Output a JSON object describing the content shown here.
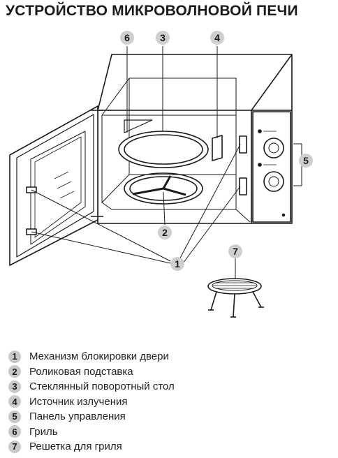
{
  "title": "УСТРОЙСТВО МИКРОВОЛНОВОЙ ПЕЧИ",
  "callouts": {
    "c1": "1",
    "c2": "2",
    "c3": "3",
    "c4": "4",
    "c5": "5",
    "c6": "6",
    "c7": "7"
  },
  "legend": [
    {
      "num": "1",
      "text": "Механизм блокировки двери"
    },
    {
      "num": "2",
      "text": "Роликовая подставка"
    },
    {
      "num": "3",
      "text": "Стеклянный поворотный стол"
    },
    {
      "num": "4",
      "text": "Источник излучения"
    },
    {
      "num": "5",
      "text": "Панель управления"
    },
    {
      "num": "6",
      "text": "Гриль"
    },
    {
      "num": "7",
      "text": "Решетка для гриля"
    }
  ],
  "colors": {
    "badge": "#cfcfcf",
    "line": "#1a1a1a"
  }
}
